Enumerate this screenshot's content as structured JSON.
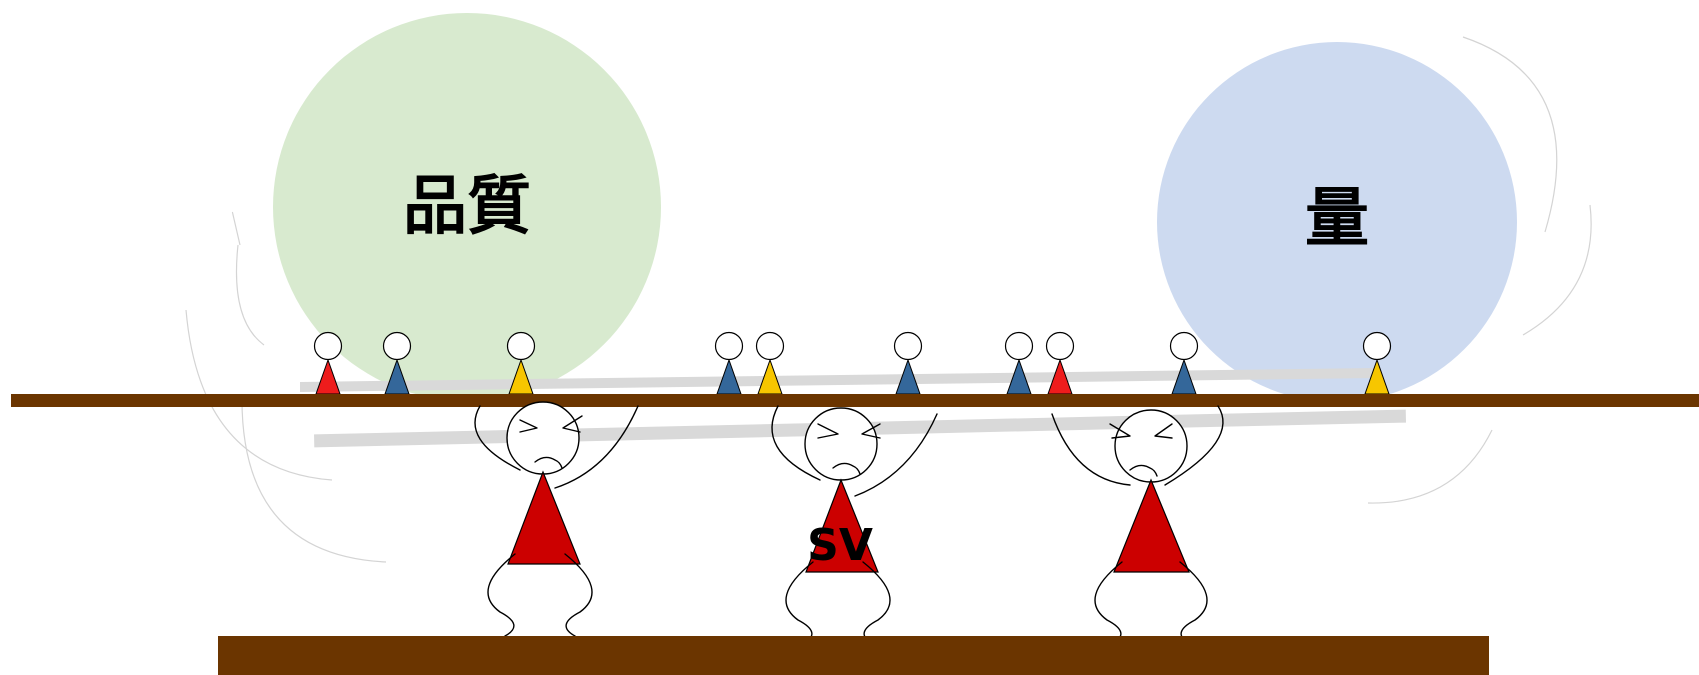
{
  "balls": [
    {
      "label": "品質",
      "color": "#d8eacf"
    },
    {
      "label": "量",
      "color": "#cddaf0"
    }
  ],
  "supervisor_label": "SV",
  "colors": {
    "plank": "#6b3500",
    "shadow_plank": "#d9d9d9",
    "worker_shirt": "#cc0000",
    "red": "#ee1c1c",
    "blue": "#34679a",
    "yellow": "#f7c600"
  },
  "small_figures": [
    "red",
    "blue",
    "yellow",
    "blue",
    "yellow",
    "blue",
    "blue",
    "red",
    "blue",
    "yellow"
  ]
}
